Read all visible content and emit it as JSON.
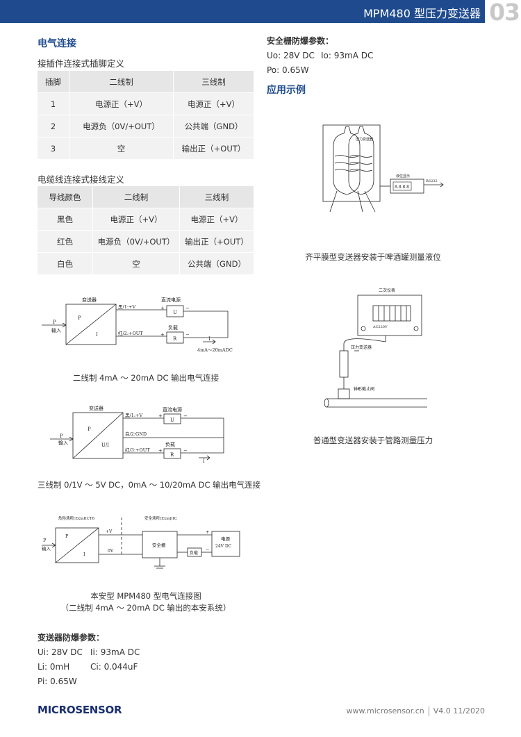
{
  "header": {
    "title": "MPM480 型压力变送器",
    "page_number": "03"
  },
  "left": {
    "section_title": "电气连接",
    "connector": {
      "title": "接插件连接式插脚定义",
      "headers": [
        "插脚",
        "二线制",
        "三线制"
      ],
      "rows": [
        [
          "1",
          "电源正（+V）",
          "电源正（+V）"
        ],
        [
          "2",
          "电源负（0V/+OUT）",
          "公共端（GND）"
        ],
        [
          "3",
          "空",
          "输出正（+OUT）"
        ]
      ]
    },
    "cable": {
      "title": "电缆线连接式接线定义",
      "headers": [
        "导线颜色",
        "二线制",
        "三线制"
      ],
      "rows": [
        [
          "黑色",
          "电源正（+V）",
          "电源正（+V）"
        ],
        [
          "红色",
          "电源负（0V/+OUT）",
          "输出正（+OUT）"
        ],
        [
          "白色",
          "空",
          "公共端（GND）"
        ]
      ]
    },
    "diagram1": {
      "caption": "二线制 4mA ～ 20mA DC 输出电气连接",
      "labels": {
        "transmitter": "变送器",
        "p": "P",
        "i": "I",
        "input_p": "P",
        "input": "输入",
        "black": "黑/1:+V",
        "red": "红/2:+OUT",
        "dc_supply": "直流电源",
        "u": "U",
        "load": "负载",
        "r": "R",
        "current": "4mA～20mADC",
        "arrow_i": "I",
        "plus1": "+",
        "minus1": "−",
        "plus2": "+",
        "minus2": "−"
      }
    },
    "diagram2": {
      "caption": "三线制 0/1V ～ 5V DC，0mA ～ 10/20mA DC 输出电气连接",
      "labels": {
        "transmitter": "变送器",
        "p": "P",
        "ui": "U/I",
        "input_p": "P",
        "input": "输入",
        "black": "黑/1:+V",
        "white": "白/2:GND",
        "red": "红/3:+OUT",
        "dc_supply": "直流电源",
        "u": "U",
        "load": "负载",
        "r": "R",
        "arrow_i": "I",
        "plus1": "+",
        "minus1": "−",
        "plus2": "+",
        "minus2": "−"
      }
    },
    "diagram3": {
      "caption_line1": "本安型 MPM480 型电气连接图",
      "caption_line2": "（二线制 4mA ～ 20mA DC 输出的本安系统）",
      "labels": {
        "hazard": "危险场所[ExiaIICT6",
        "safe": "安全场所[Exia]IIC",
        "p": "P",
        "i": "I",
        "input_p": "P",
        "input": "输入",
        "plus_v": "+V",
        "zero_v": "0V",
        "barrier": "安全栅",
        "load": "负载",
        "power": "电源",
        "power_v": "24V DC",
        "plus": "+",
        "minus": "−"
      }
    },
    "transmitter_params": {
      "title": "变送器防爆参数：",
      "line1": [
        "Ui: 28V DC",
        "Ii: 93mA DC"
      ],
      "line2": [
        "Li: 0mH",
        "Ci: 0.044uF"
      ],
      "line3": "Pi: 0.65W"
    }
  },
  "right": {
    "barrier_params": {
      "title": "安全栅防爆参数：",
      "line1": [
        "Uo: 28V DC",
        "Io: 93mA DC"
      ],
      "line2": "Po: 0.65W"
    },
    "section_title": "应用示例",
    "app1": {
      "caption": "齐平膜型变送器安装于啤酒罐测量液位",
      "labels": {
        "transmitter": "压力变送器",
        "display": "液位显示",
        "rs232": "RS232",
        "digits": "8.8.8.8"
      }
    },
    "app2": {
      "caption": "普通型变送器安装于管路测量压力",
      "labels": {
        "secondary": "二次仪表",
        "ac": "AC220V",
        "transmitter": "压力变送器",
        "valve": "针形截止阀"
      }
    }
  },
  "footer": {
    "logo": "MICROSENSOR",
    "website": "www.microsensor.cn",
    "version": "V4.0 11/2020"
  }
}
